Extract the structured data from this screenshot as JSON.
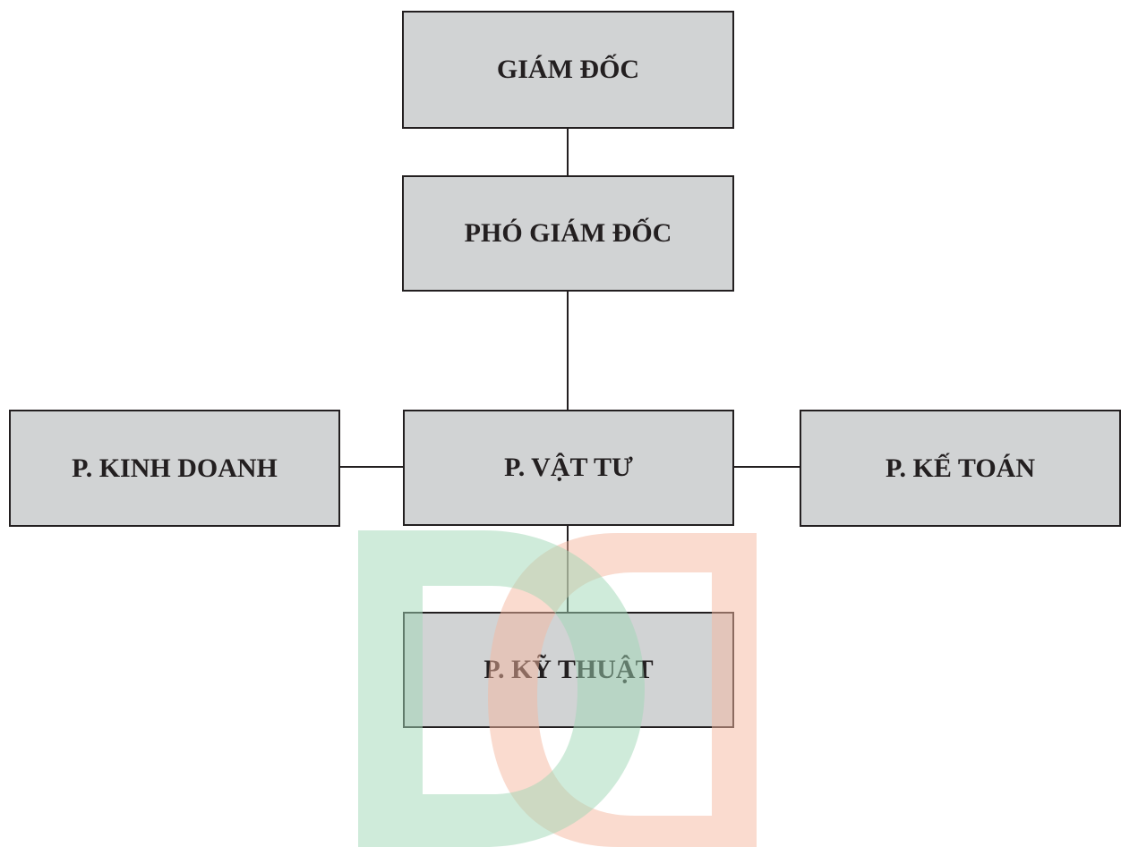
{
  "nodes": {
    "director": "GIÁM ĐỐC",
    "deputy_director": "PHÓ GIÁM ĐỐC",
    "sales": "P. KINH DOANH",
    "materials": "P. VẬT TƯ",
    "accounting": "P. KẾ TOÁN",
    "technical": "P. KỸ THUẬT"
  },
  "colors": {
    "box_fill": "#d1d3d4",
    "stroke": "#231f20",
    "watermark_green": "#9fd8b5",
    "watermark_salmon": "#f5b8a0"
  }
}
